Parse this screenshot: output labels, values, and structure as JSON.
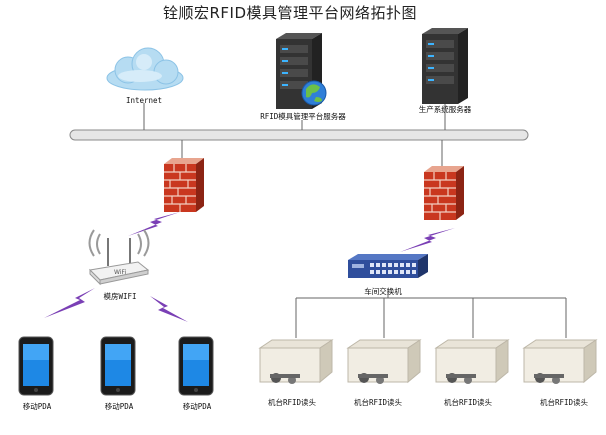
{
  "title": "铨顺宏RFID模具管理平台网络拓扑图",
  "nodes": {
    "internet": {
      "label": "Internet"
    },
    "rfid_server": {
      "label": "RFID模具管理平台服务器"
    },
    "prod_server": {
      "label": "生产系统服务器"
    },
    "mold_wifi": {
      "label": "模房WIFI"
    },
    "switch": {
      "label": "车间交换机"
    },
    "pdas": [
      {
        "label": "移动PDA"
      },
      {
        "label": "移动PDA"
      },
      {
        "label": "移动PDA"
      }
    ],
    "readers": [
      {
        "label": "机台RFID读头"
      },
      {
        "label": "机台RFID读头"
      },
      {
        "label": "机台RFID读头"
      },
      {
        "label": "机台RFID读头"
      }
    ]
  },
  "colors": {
    "bolt": "#7a3fb5",
    "brick": "#c9371f",
    "screen": "#1e88e5",
    "switch": "#2f4e9c"
  }
}
